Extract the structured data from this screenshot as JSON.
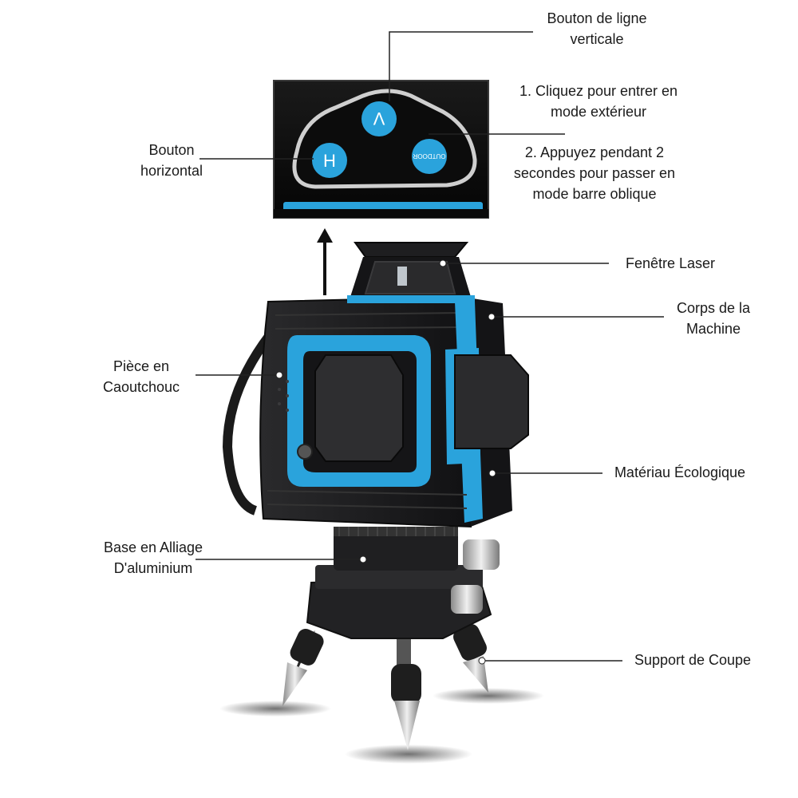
{
  "callouts": {
    "vertical_button": [
      "Bouton de ligne",
      "verticale"
    ],
    "outdoor_note_1": [
      "1. Cliquez pour entrer en",
      "mode extérieur"
    ],
    "outdoor_note_2": [
      "2. Appuyez pendant 2",
      "secondes pour passer en",
      "mode barre oblique"
    ],
    "horizontal_button": [
      "Bouton",
      "horizontal"
    ],
    "laser_window": [
      "Fenêtre Laser"
    ],
    "machine_body": [
      "Corps de la",
      "Machine"
    ],
    "rubber_part": [
      "Pièce en",
      "Caoutchouc"
    ],
    "eco_material": [
      "Matériau Écologique"
    ],
    "alloy_base": [
      "Base en Alliage",
      "D'aluminium"
    ],
    "cut_support": [
      "Support de Coupe"
    ]
  },
  "panel": {
    "button_v": "V",
    "button_h": "H",
    "button_outdoor": "OUTDOOR"
  },
  "colors": {
    "accent_blue": "#2aa3dc",
    "device_black": "#1c1c1e",
    "leader_line": "#222222"
  }
}
